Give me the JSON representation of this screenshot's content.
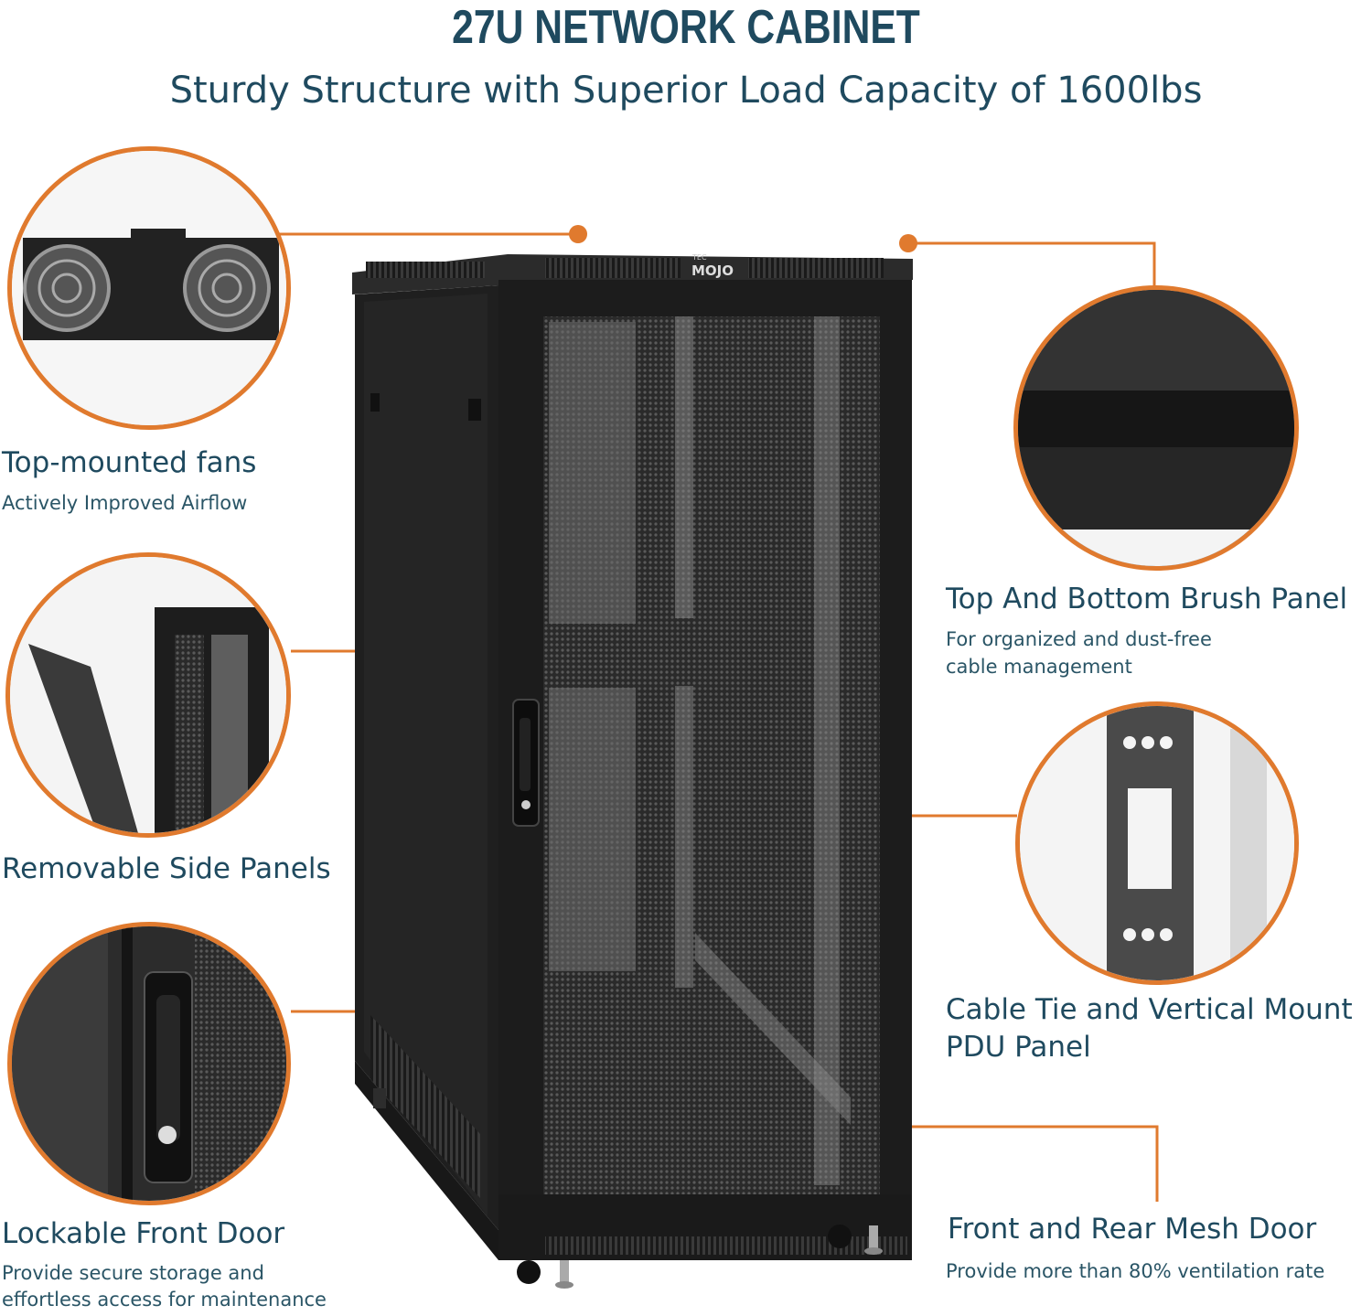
{
  "header": {
    "title": "27U NETWORK CABINET",
    "subtitle": "Sturdy Structure with Superior Load Capacity of 1600lbs"
  },
  "brand": {
    "logo_small": "TEC",
    "logo": "MOJO"
  },
  "features": {
    "fans": {
      "title": "Top-mounted fans",
      "subtitle": "Actively Improved Airflow"
    },
    "side_panels": {
      "title": "Removable Side Panels"
    },
    "front_door": {
      "title": "Lockable Front Door",
      "subtitle_line1": "Provide secure storage and",
      "subtitle_line2": "effortless access for maintenance"
    },
    "brush_panel": {
      "title": "Top And Bottom Brush Panel",
      "subtitle_line1": "For organized and dust-free",
      "subtitle_line2": "cable management"
    },
    "pdu_panel": {
      "title_line1": "Cable Tie and Vertical Mount",
      "title_line2": "PDU Panel"
    },
    "mesh_door": {
      "title": "Front and Rear Mesh Door",
      "subtitle": "Provide more than 80% ventilation rate"
    }
  },
  "colors": {
    "accent": "#e07a2e",
    "text": "#1f4a5f",
    "cabinet": "#1c1c1c"
  }
}
